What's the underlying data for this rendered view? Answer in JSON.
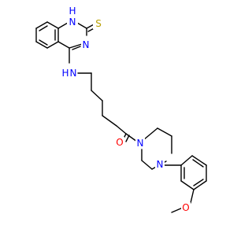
{
  "molecule": {
    "atom_colors": {
      "carbon_bond": "#000000",
      "nitrogen": "#0000ff",
      "oxygen": "#ff0000",
      "sulfur": "#b8a000",
      "background": "#ffffff"
    },
    "labels": {
      "quinazoline_n1": "N",
      "quinazoline_n1_h": "H",
      "quinazoline_n3": "N",
      "thione_s": "S",
      "amine_n": "N",
      "amine_n_h": "H",
      "carbonyl_o": "O",
      "piperazine_n1": "N",
      "piperazine_n4": "N",
      "methoxy_o": "O"
    }
  }
}
